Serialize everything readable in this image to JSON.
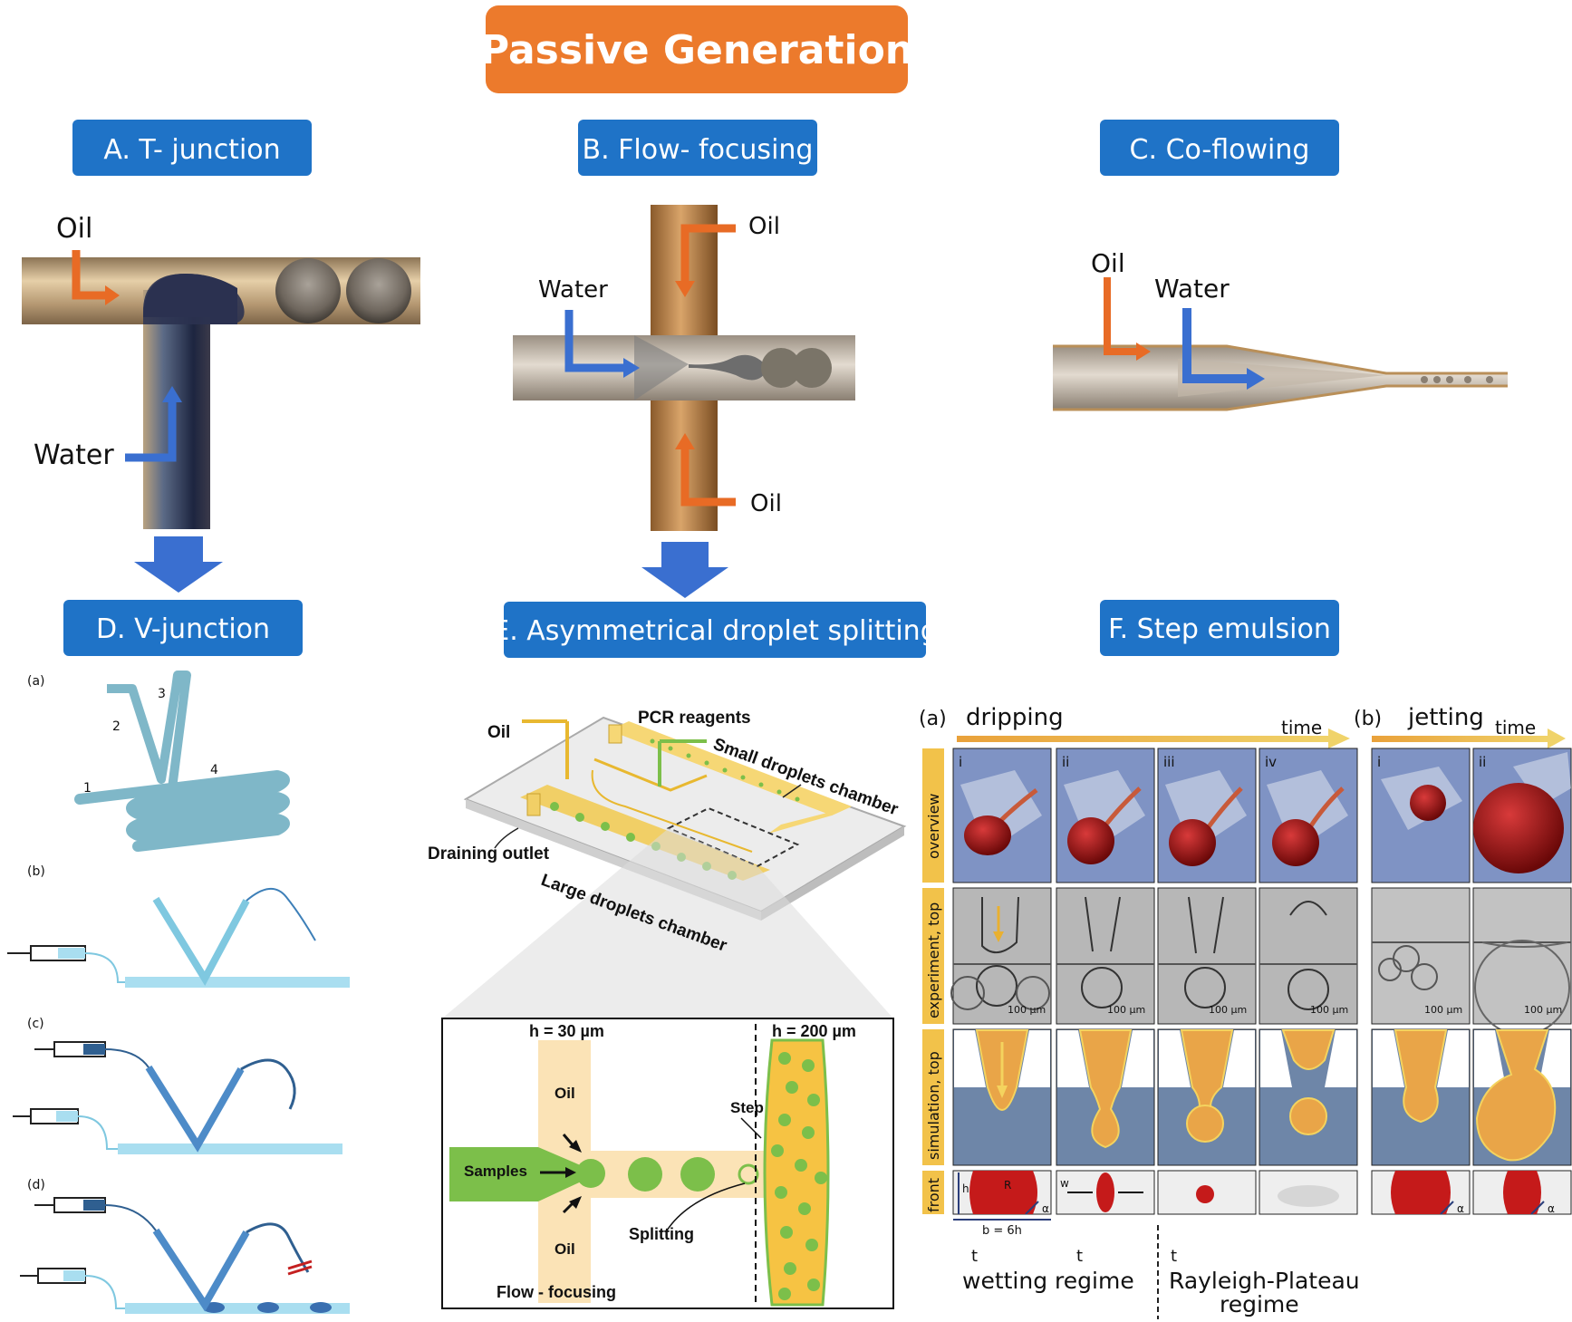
{
  "title": "Passive Generation",
  "colors": {
    "title_bg": "#ec7a2c",
    "header_bg": "#1f73c7",
    "oil_arrow": "#e86b25",
    "water_arrow": "#3a6fd0",
    "channel_tan": "#c9a97c",
    "droplet_yellow": "#f6c343",
    "droplet_green": "#7cbf4a",
    "sim_orange": "#e9a548",
    "sim_blue": "#6e86a8",
    "vjunction_blue": "#8fd3ea",
    "droplet_red": "#b01818"
  },
  "panels": {
    "a": {
      "label": "A. T- junction",
      "oil": "Oil",
      "water": "Water"
    },
    "b": {
      "label": "B. Flow- focusing",
      "oil_top": "Oil",
      "oil_bottom": "Oil",
      "water": "Water"
    },
    "c": {
      "label": "C. Co-flowing",
      "oil": "Oil",
      "water": "Water"
    },
    "d": {
      "label": "D. V-junction",
      "sub": [
        "(a)",
        "(b)",
        "(c)",
        "(d)"
      ],
      "nums": [
        "1",
        "2",
        "3",
        "4"
      ]
    },
    "e": {
      "label": "E. Asymmetrical droplet splitting",
      "oil": "Oil",
      "pcr": "PCR reagents",
      "small": "Small droplets chamber",
      "large": "Large droplets chamber",
      "drain": "Draining outlet",
      "h30": "h = 30 µm",
      "h200": "h = 200 µm",
      "oil_in_top": "Oil",
      "oil_in_bottom": "Oil",
      "step": "Step",
      "samples": "Samples",
      "splitting": "Splitting",
      "flow_focusing": "Flow - focusing"
    },
    "f": {
      "label": "F. Step emulsion",
      "a_tag": "(a)",
      "dripping": "dripping",
      "time1": "time",
      "b_tag": "(b)",
      "jetting": "jetting",
      "time2": "time",
      "col_dripping": [
        "i",
        "ii",
        "iii",
        "iv"
      ],
      "col_jetting": [
        "i",
        "ii"
      ],
      "rows": [
        "overview",
        "experiment, top",
        "simulation, top",
        "front"
      ],
      "scale": "100 µm",
      "b6h": "b = 6h",
      "h_sym": "h",
      "r_sym": "R",
      "alpha": "α",
      "wcrit": "w",
      "cond1": "t",
      "wetting": "wetting regime",
      "rayleigh1": "Rayleigh-Plateau",
      "rayleigh2": "regime"
    }
  }
}
